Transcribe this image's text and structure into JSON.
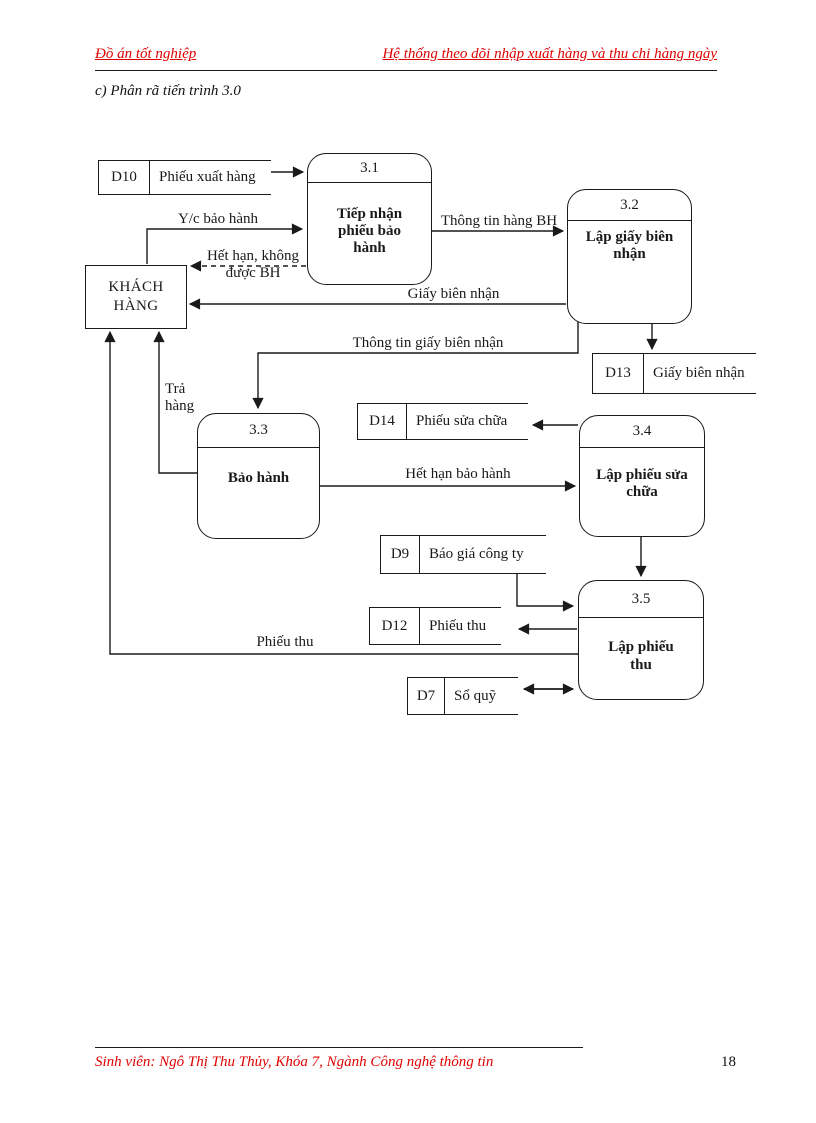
{
  "page": {
    "background": "#ffffff",
    "accent_red": "#e00000",
    "ink": "#1a1a1a"
  },
  "header": {
    "left_title": "Đồ án  tốt nghiệp",
    "right_title": "Hệ thống theo dõi nhập xuất hàng và thu chi hàng ngày"
  },
  "subtitle": "c) Phân rã tiến trình 3.0",
  "diagram": {
    "entities": {
      "customer": {
        "name": "KHÁCH HÀNG"
      }
    },
    "processes": {
      "p31": {
        "number": "3.1",
        "name": "Tiếp nhận phiếu bảo hành"
      },
      "p32": {
        "number": "3.2",
        "name": "Lập giấy biên nhận"
      },
      "p33": {
        "number": "3.3",
        "name": "Bảo hành"
      },
      "p34": {
        "number": "3.4",
        "name": "Lập phiếu sửa chữa"
      },
      "p35": {
        "number": "3.5",
        "name": "Lập phiếu thu"
      }
    },
    "datastores": {
      "d10": {
        "id": "D10",
        "name": "Phiếu xuất hàng"
      },
      "d13": {
        "id": "D13",
        "name": "Giấy biên nhận"
      },
      "d14": {
        "id": "D14",
        "name": "Phiếu sửa chữa"
      },
      "d9": {
        "id": "D9",
        "name": "Báo giá công ty"
      },
      "d12": {
        "id": "D12",
        "name": "Phiếu thu"
      },
      "d7": {
        "id": "D7",
        "name": "Sổ quỹ"
      }
    },
    "flow_labels": {
      "yc_bao_hanh": "Y/c bảo hành",
      "het_han_khong_duoc_bh": "Hết hạn, không được BH",
      "thong_tin_hang_bh": "Thông tin hàng BH",
      "giay_bien_nhan": "Giấy biên nhận",
      "thong_tin_giay_bien_nhan": "Thông tin giấy biên nhận",
      "tra_hang": "Trả hàng",
      "het_han_bao_hanh": "Hết hạn bảo hành",
      "phieu_thu": "Phiếu thu"
    }
  },
  "footer": {
    "student_line": "Sinh viên: Ngô Thị Thu Thủy, Khóa 7, Ngành Công nghệ thông tin",
    "page_number": "18"
  }
}
